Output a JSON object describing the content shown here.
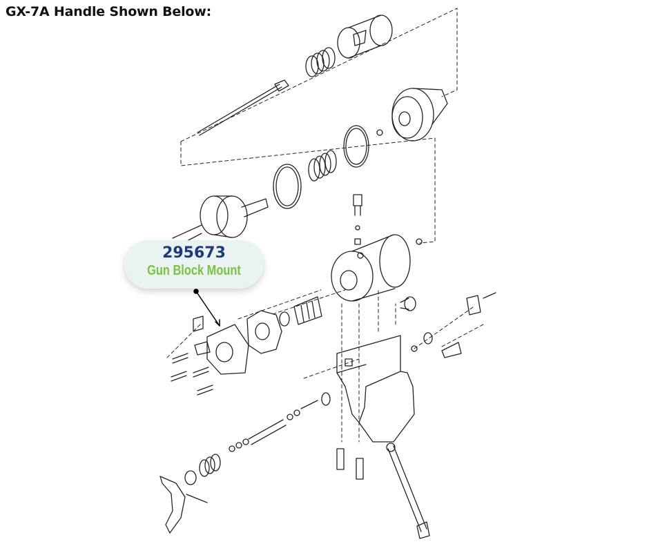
{
  "page": {
    "title": "GX-7A Handle Shown Below:"
  },
  "callout": {
    "part_number": "295673",
    "part_name": "Gun Block Mount",
    "number_color": "#1f3a7a",
    "name_color": "#7cc242",
    "background_color": "#e8f3f2"
  },
  "diagram": {
    "line_color": "#222222",
    "style": "exploded-parts-line-drawing"
  }
}
